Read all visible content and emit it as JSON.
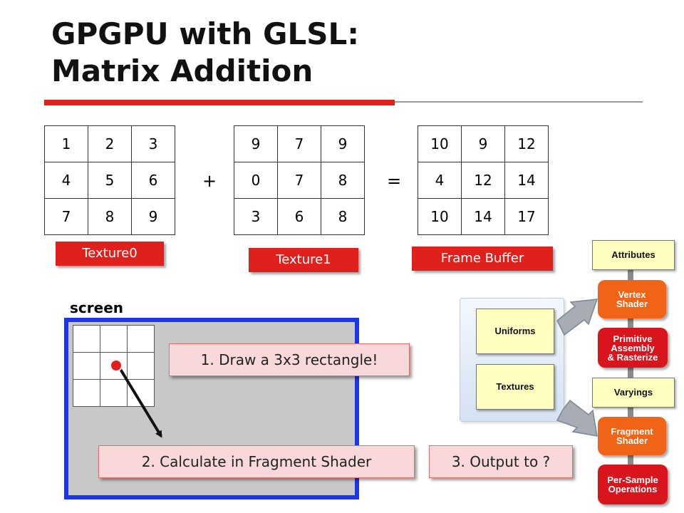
{
  "title": {
    "line1": "GPGPU with GLSL:",
    "line2": "Matrix Addition"
  },
  "matrices": {
    "texture0": [
      [
        "1",
        "2",
        "3"
      ],
      [
        "4",
        "5",
        "6"
      ],
      [
        "7",
        "8",
        "9"
      ]
    ],
    "texture1": [
      [
        "9",
        "7",
        "9"
      ],
      [
        "0",
        "7",
        "8"
      ],
      [
        "3",
        "6",
        "8"
      ]
    ],
    "frame_buffer": [
      [
        "10",
        "9",
        "12"
      ],
      [
        "4",
        "12",
        "14"
      ],
      [
        "10",
        "14",
        "17"
      ]
    ]
  },
  "operators": {
    "plus": "+",
    "equals": "="
  },
  "labels": {
    "texture0": "Texture0",
    "texture1": "Texture1",
    "frame_buffer": "Frame Buffer"
  },
  "screen": {
    "label": "screen"
  },
  "steps": {
    "step1": "1. Draw a 3x3 rectangle!",
    "step2": "2. Calculate in Fragment Shader",
    "step3": "3. Output to ?"
  },
  "inputs": {
    "uniforms": "Uniforms",
    "textures": "Textures"
  },
  "pipeline": {
    "attributes": "Attributes",
    "vertex_shader": [
      "Vertex",
      "Shader"
    ],
    "primitive": [
      "Primitive",
      "Assembly",
      "& Rasterize"
    ],
    "varyings": "Varyings",
    "fragment_shader": [
      "Fragment",
      "Shader"
    ],
    "per_sample": [
      "Per-Sample",
      "Operations"
    ]
  },
  "colors": {
    "accent_red": "#e0201c",
    "screen_border_blue": "#1b35e8",
    "shader_orange": "#f06418",
    "note_yellow": "#ffffc0"
  }
}
